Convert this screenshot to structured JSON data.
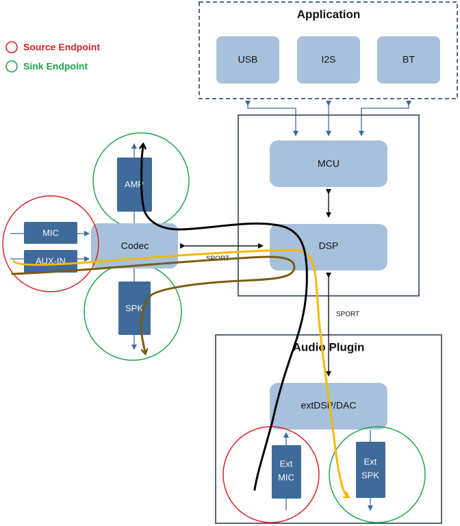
{
  "legend": {
    "source": {
      "label": "Source Endpoint",
      "color": "#d61f26"
    },
    "sink": {
      "label": "Sink Endpoint",
      "color": "#1ea34a"
    }
  },
  "application": {
    "title": "Application",
    "usb": "USB",
    "i2s": "I2S",
    "bt": "BT"
  },
  "core": {
    "mcu": "MCU",
    "dsp": "DSP"
  },
  "codec_group": {
    "codec": "Codec",
    "amp": "AMP",
    "spk": "SPK",
    "mic": "MIC",
    "aux_in": "AUX-IN"
  },
  "links": {
    "sport_codec": "SPORT",
    "sport_plugin": "SPORT"
  },
  "audio_plugin": {
    "title": "Audio Plugin",
    "ext_dsp": "extDSP/DAC",
    "ext_mic_line1": "Ext",
    "ext_mic_line2": "MIC",
    "ext_spk_line1": "Ext",
    "ext_spk_line2": "SPK"
  },
  "colors": {
    "block": "#a7c1dc",
    "dark_block": "#3e6b9a",
    "connector": "#3e6b9a",
    "path_black": "#000000",
    "path_yellow": "#f5b800",
    "path_brown": "#7a5c10"
  }
}
